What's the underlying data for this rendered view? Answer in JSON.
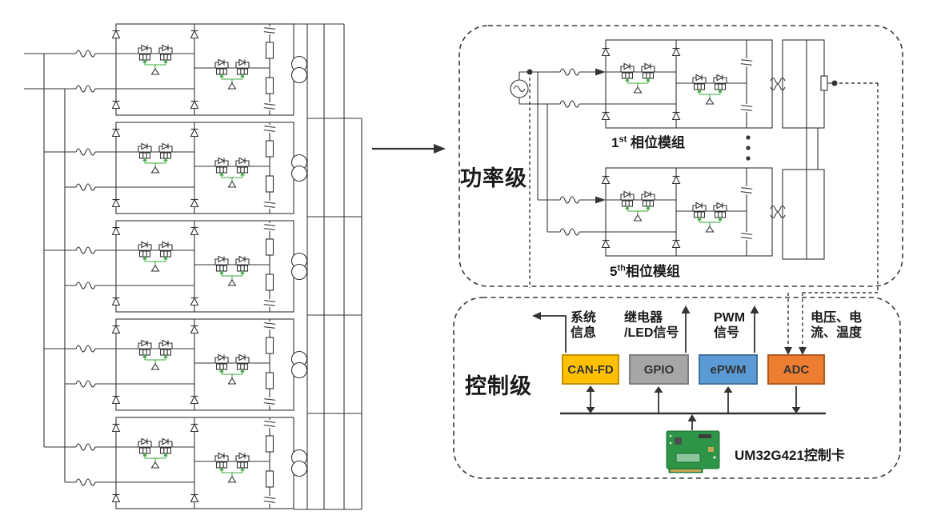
{
  "power_stage": {
    "label": "功率级",
    "module_first": {
      "num": "1",
      "ordinal": "st",
      "name": " 相位模组"
    },
    "module_fifth": {
      "num": "5",
      "ordinal": "th",
      "name": "相位模组"
    }
  },
  "control_stage": {
    "label": "控制级",
    "blocks": [
      {
        "label": "CAN-FD",
        "bg": "#FFC000",
        "border": "#BF9000"
      },
      {
        "label": "GPIO",
        "bg": "#A6A6A6",
        "border": "#7F7F7F"
      },
      {
        "label": "ePWM",
        "bg": "#5B9BD5",
        "border": "#41719C"
      },
      {
        "label": "ADC",
        "bg": "#ED7D31",
        "border": "#AE5A21"
      }
    ],
    "signals": {
      "system": {
        "line1": "系统",
        "line2": "信息"
      },
      "relay": {
        "line1": "继电器",
        "line2": "/LED信号"
      },
      "pwm": {
        "line1": "PWM",
        "line2": "信号"
      },
      "measure": {
        "line1": "电压、电",
        "line2": "流、温度"
      }
    },
    "card_label": "UM32G421控制卡"
  },
  "colors": {
    "line": "#333333",
    "gate_green": "#3DA93D",
    "pcb_green": "#2E9447"
  }
}
